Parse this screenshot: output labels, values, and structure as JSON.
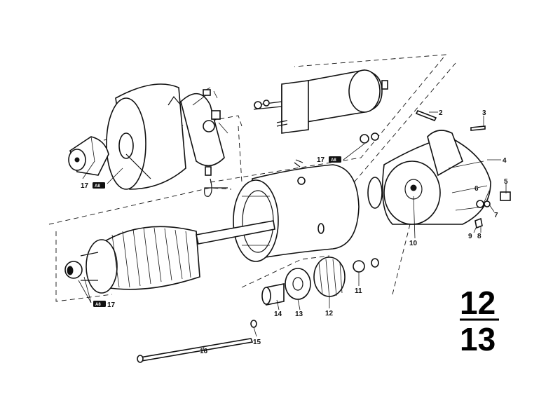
{
  "diagram": {
    "part_labels": [
      "2",
      "3",
      "4",
      "5",
      "6",
      "7",
      "8",
      "9",
      "10",
      "11",
      "12",
      "13",
      "14",
      "15",
      "16"
    ],
    "reference_labels": [
      "17",
      "17",
      "17"
    ],
    "ref_tag_text": "A8",
    "group_number_top": "12",
    "group_number_bottom": "13"
  }
}
